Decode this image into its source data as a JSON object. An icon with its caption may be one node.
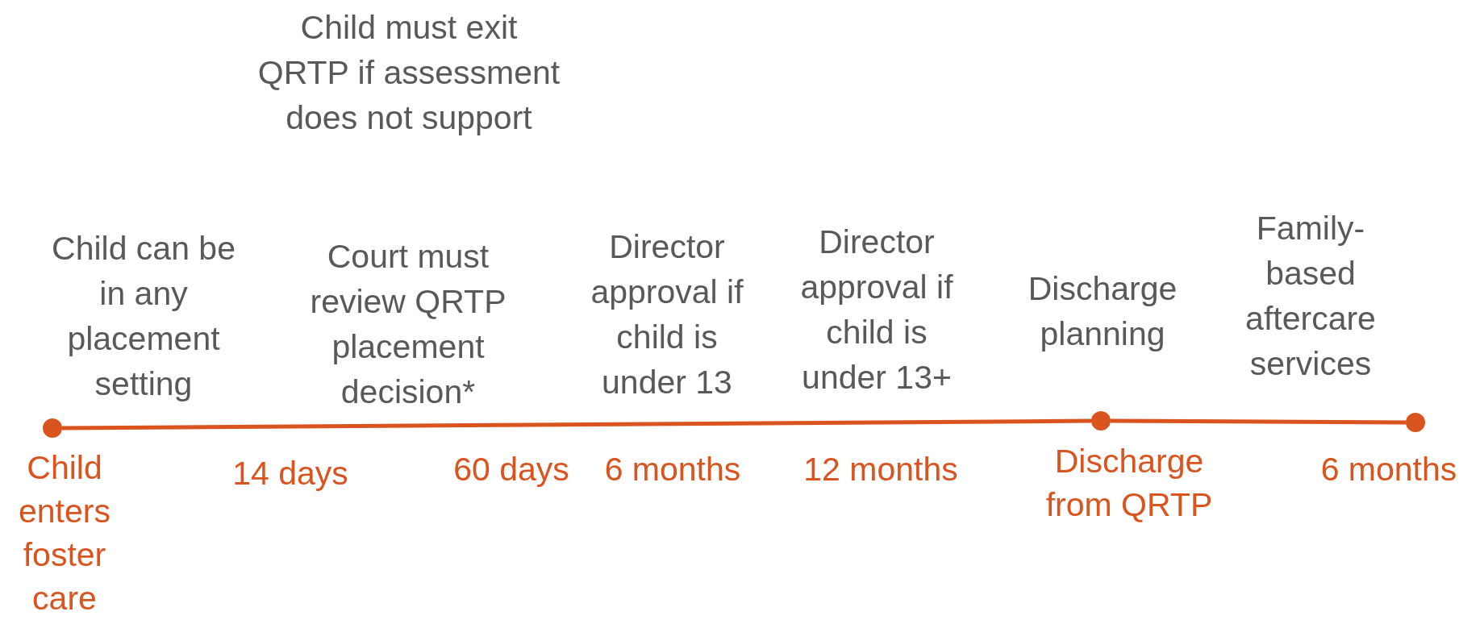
{
  "diagram": {
    "nodes": [
      {
        "text": [],
        "shape": "circle",
        "beside": [
          "Child enters foster care"
        ]
      },
      {
        "text": [],
        "shape": "circle",
        "beside": [
          "Discharge from QRTP"
        ]
      },
      {
        "text": [],
        "shape": "circle",
        "beside": [
          "6 months"
        ]
      }
    ],
    "edges": [
      {
        "from": 0,
        "to": 1,
        "arrow": "none"
      },
      {
        "from": 1,
        "to": 2,
        "arrow": "none"
      }
    ],
    "labels": [
      "Child must exit QRTP if assessment does not support",
      "Child can be in any placement setting",
      "Court must review QRTP placement decision*",
      "Director approval if child is under 13",
      "Director approval if child is under 13+",
      "Discharge planning",
      "Family-based aftercare services",
      "14 days",
      "60 days",
      "6 months",
      "12 months"
    ]
  }
}
